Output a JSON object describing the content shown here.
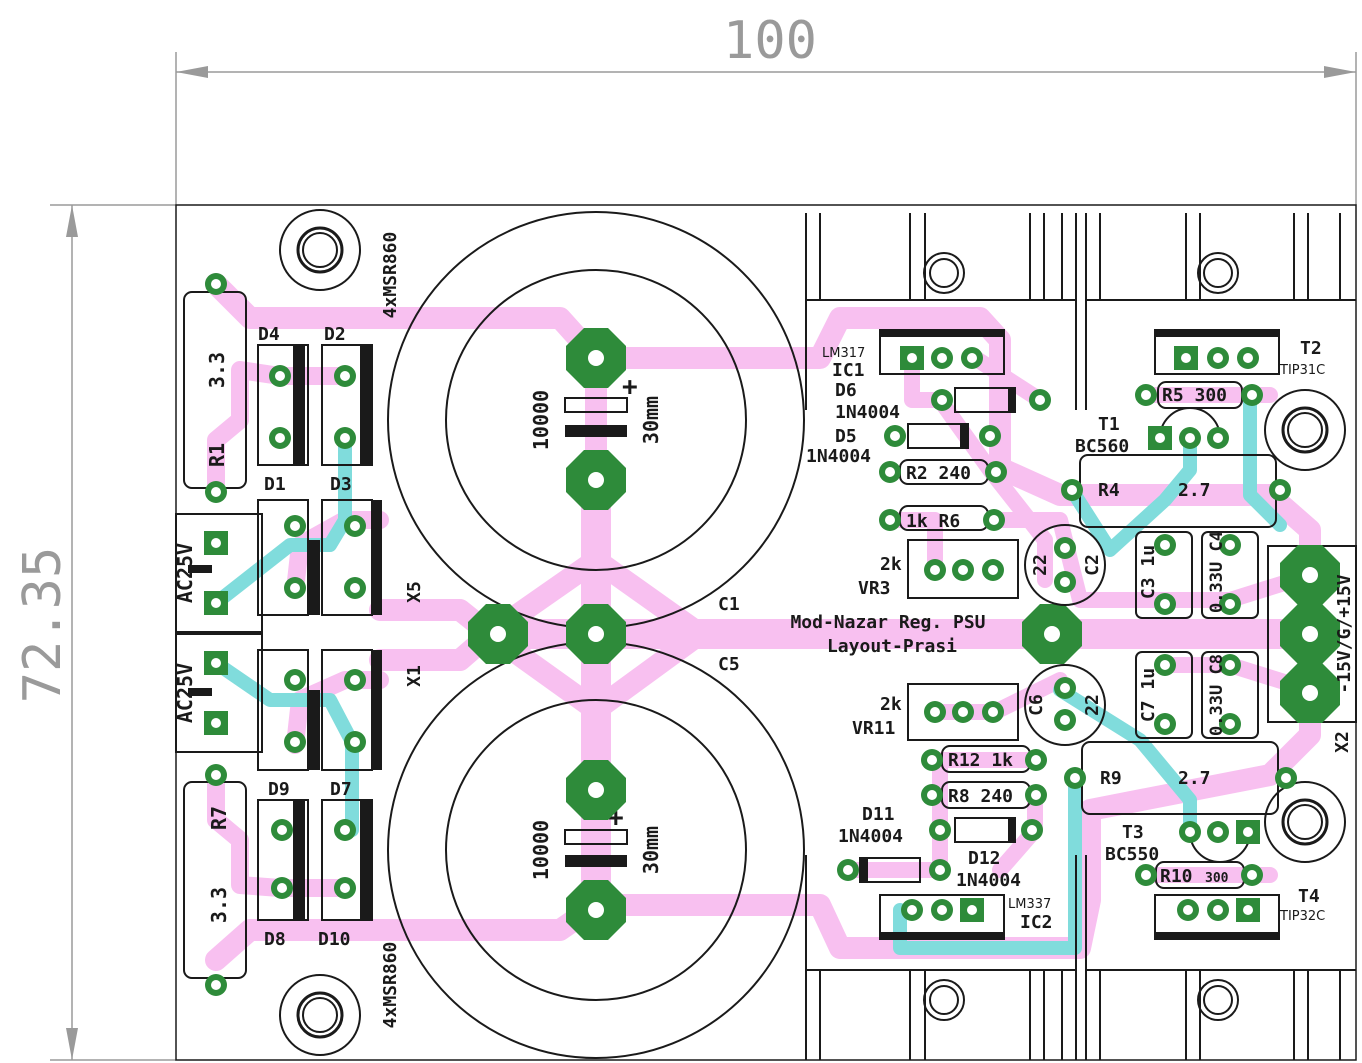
{
  "dimensions": {
    "width": "100",
    "height": "72.35"
  },
  "colors": {
    "trace_top": "#f8c0f0",
    "trace_bottom": "#80dcdc",
    "pad": "#2e8b3a",
    "silk": "#1a1a1a",
    "dim": "#9a9a9a"
  },
  "labels": {
    "title1": "Mod-Nazar  Reg. PSU",
    "title2": "Layout-Prasi",
    "bridge_top": "4xMSR860",
    "bridge_bottom": "4xMSR860",
    "cap_top_value": "10000",
    "cap_top_size": "30mm",
    "cap_bottom_value": "10000",
    "cap_bottom_size": "30mm",
    "c1": "C1",
    "c5": "C5",
    "x5": "X5",
    "x1": "X1",
    "x2": "X2",
    "ac_top": "AC25V",
    "ac_bottom": "AC25V",
    "r1": "R1",
    "r1_val": "3.3",
    "r7": "R7",
    "r7_val": "3.3",
    "d1": "D1",
    "d2": "D2",
    "d3": "D3",
    "d4": "D4",
    "d7": "D7",
    "d8": "D8",
    "d9": "D9",
    "d10": "D10",
    "ic1_type": "LM317",
    "ic1": "IC1",
    "ic2_type": "LM337",
    "ic2": "IC2",
    "d6": "D6",
    "d6_type": "1N4004",
    "d5": "D5",
    "d5_type": "1N4004",
    "d11": "D11",
    "d11_type": "1N4004",
    "d12": "D12",
    "d12_type": "1N4004",
    "r2": "R2 240",
    "r6": "1k  R6",
    "r12": "R12 1k",
    "r8": "R8 240",
    "vr3_val": "2k",
    "vr3": "VR3",
    "vr11_val": "2k",
    "vr11": "VR11",
    "c2_val": "22",
    "c2": "C2",
    "c6_val": "22",
    "c6": "C6",
    "c3": "C3 1u",
    "c4": "0.33U C4",
    "c7": "C7 1u",
    "c8": "0.33U C8",
    "t1": "T1",
    "t1_type": "BC560",
    "t2": "T2",
    "t2_type": "TIP31C",
    "t3": "T3",
    "t3_type": "BC550",
    "t4": "T4",
    "t4_type": "TIP32C",
    "r5": "R5 300",
    "r10": "R10",
    "r10_val": "300",
    "r4": "R4",
    "r4_val": "2.7",
    "r9": "R9",
    "r9_val": "2.7",
    "out_label": "-15V/G/+15V"
  }
}
